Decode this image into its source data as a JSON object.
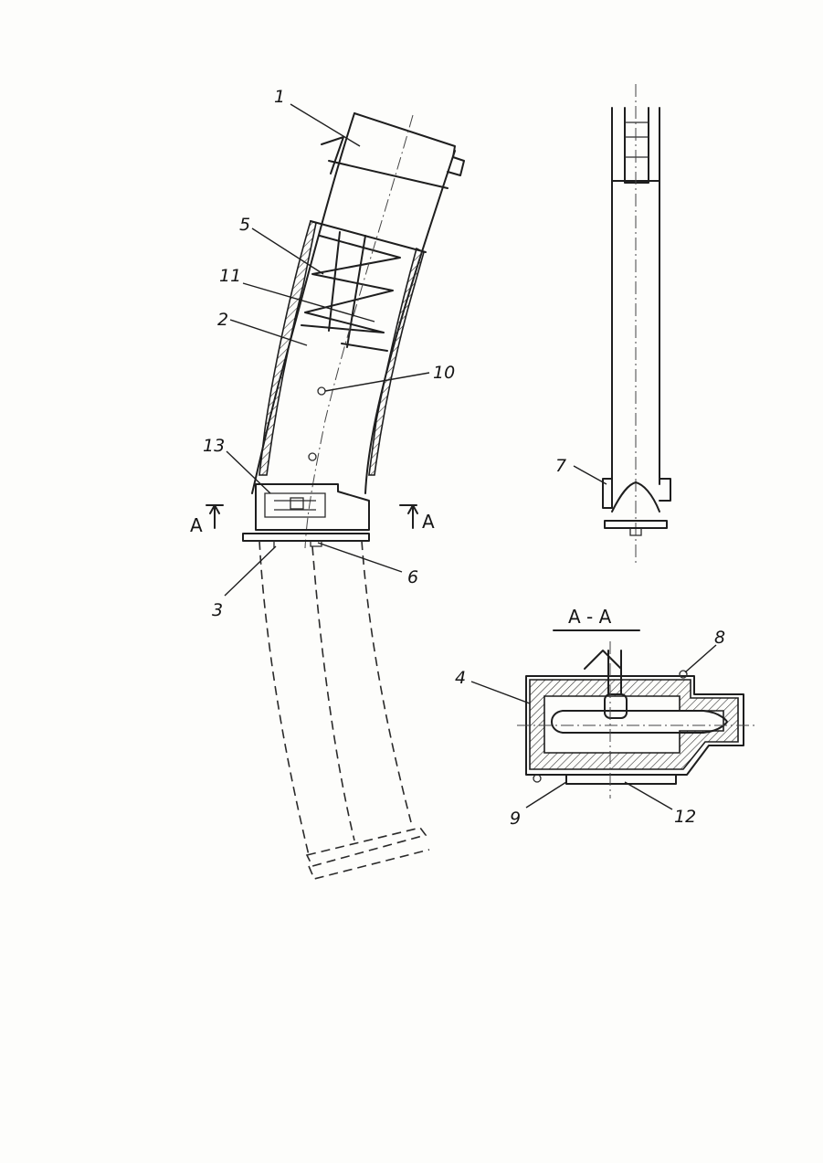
{
  "labels": {
    "l1": "1",
    "l2": "2",
    "l3": "3",
    "l4": "4",
    "l5": "5",
    "l6": "6",
    "l7": "7",
    "l8": "8",
    "l9": "9",
    "l10": "10",
    "l11": "11",
    "l12": "12",
    "l13": "13"
  },
  "section": {
    "title": "A - A",
    "marker_left": "A",
    "marker_right": "A"
  }
}
